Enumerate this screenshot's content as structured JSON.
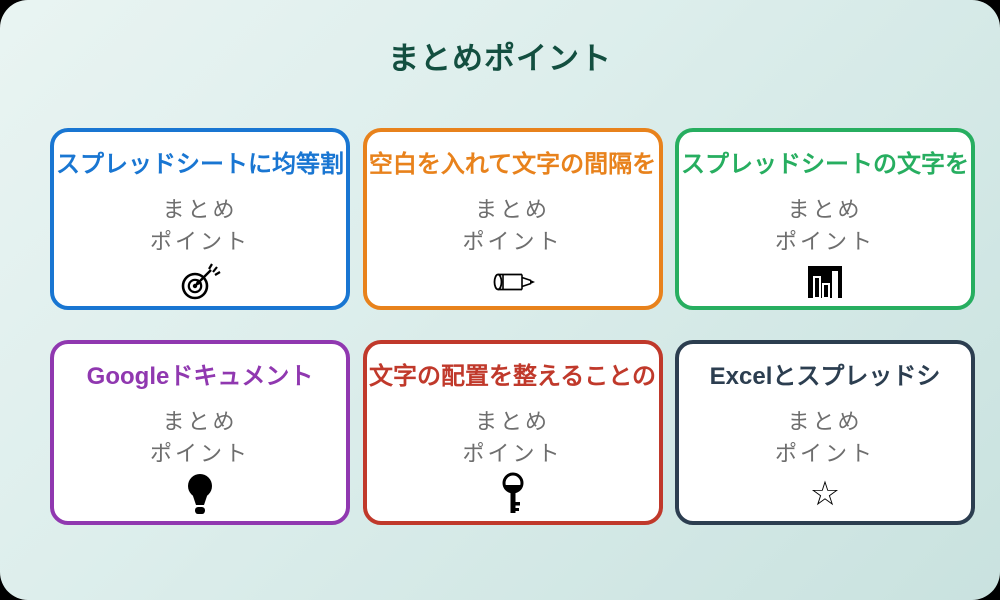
{
  "page": {
    "title": "まとめポイント",
    "title_color": "#134f40",
    "background_top": "#e9f4f2",
    "background_bottom": "#c9e2df"
  },
  "cards": [
    {
      "title": "スプレッドシートに均等割",
      "sub_line1": "まとめ",
      "sub_line2": "ポイント",
      "color": "#1976d2",
      "icon": "target-arrow-icon"
    },
    {
      "title": "空白を入れて文字の間隔を",
      "sub_line1": "まとめ",
      "sub_line2": "ポイント",
      "color": "#e8821c",
      "icon": "pencil-icon"
    },
    {
      "title": "スプレッドシートの文字を",
      "sub_line1": "まとめ",
      "sub_line2": "ポイント",
      "color": "#27ae60",
      "icon": "bar-chart-icon"
    },
    {
      "title": "Googleドキュメント",
      "sub_line1": "まとめ",
      "sub_line2": "ポイント",
      "color": "#9038b0",
      "icon": "lightbulb-icon"
    },
    {
      "title": "文字の配置を整えることの",
      "sub_line1": "まとめ",
      "sub_line2": "ポイント",
      "color": "#c0392b",
      "icon": "key-icon"
    },
    {
      "title": "Excelとスプレッドシ",
      "sub_line1": "まとめ",
      "sub_line2": "ポイント",
      "color": "#2c3e50",
      "icon": "star-icon",
      "star_glyph": "☆"
    }
  ]
}
